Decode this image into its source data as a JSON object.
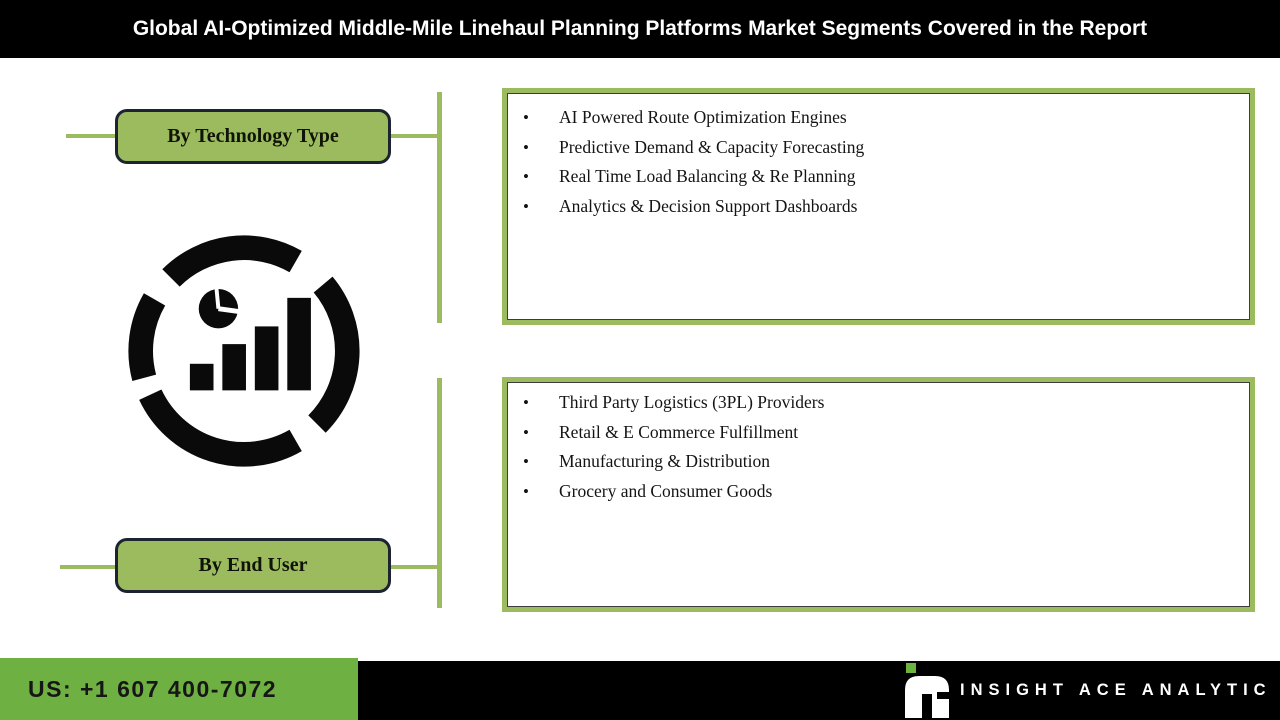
{
  "header": {
    "title": "Global AI-Optimized Middle-Mile Linehaul Planning Platforms Market Segments Covered in the Report"
  },
  "diagram": {
    "segments": [
      {
        "label": "By Technology Type",
        "items": [
          "AI Powered Route Optimization Engines",
          "Predictive Demand & Capacity Forecasting",
          "Real Time Load Balancing & Re Planning",
          "Analytics & Decision Support Dashboards"
        ]
      },
      {
        "label": "By End User",
        "items": [
          "Third Party Logistics (3PL) Providers",
          "Retail & E Commerce Fulfillment",
          "Manufacturing & Distribution",
          "Grocery and Consumer Goods"
        ]
      }
    ],
    "center_icon": "analytics-donut-bar-pie-icon"
  },
  "footer": {
    "phone": "US: +1 607 400-7072",
    "brand": "INSIGHT ACE ANALYTIC"
  },
  "colors": {
    "olive_green": "#9cbb5e",
    "footer_green": "#6fb043",
    "logo_green": "#6db33f",
    "header_bg": "#000000",
    "text_dark": "#141414",
    "white": "#ffffff"
  }
}
